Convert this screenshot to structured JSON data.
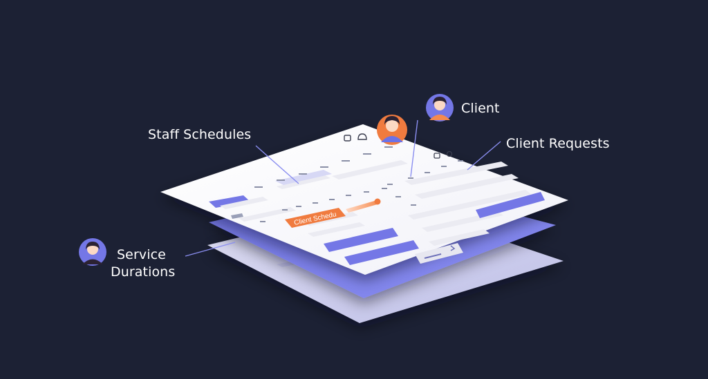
{
  "callouts": {
    "staff_schedules": "Staff Schedules",
    "client": "Client",
    "client_requests": "Client Requests",
    "service_line1": "Service",
    "service_line2": "Durations"
  },
  "screen": {
    "cta_label": "Client Schedu"
  },
  "colors": {
    "background": "#1c2134",
    "accent_purple": "#7477e6",
    "accent_orange": "#f07b3f",
    "panel": "#ffffff",
    "pointer": "#8a8ef0"
  },
  "icons": [
    "avatar-client-icon",
    "avatar-staff-icon",
    "avatar-service-icon",
    "calendar-icon",
    "bell-icon",
    "settings-icon",
    "arrow-right-icon"
  ]
}
